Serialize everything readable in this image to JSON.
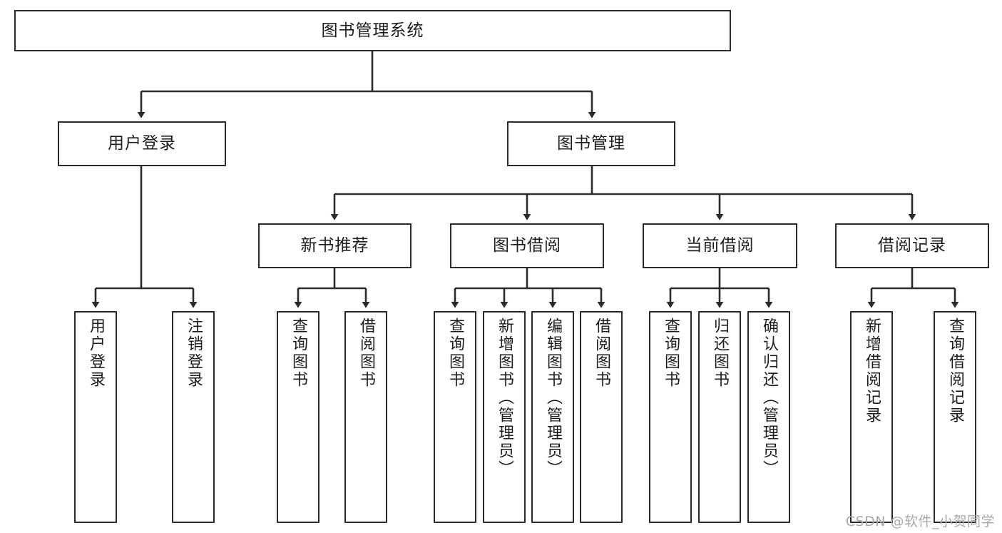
{
  "diagram": {
    "title": "图书管理系统",
    "type": "tree-structure-chart",
    "accent_color": "#2b2b2b",
    "background_color": "#ffffff",
    "root": {
      "label": "图书管理系统"
    },
    "level2": [
      {
        "label": "用户登录"
      },
      {
        "label": "图书管理"
      }
    ],
    "level3": [
      {
        "label": "新书推荐"
      },
      {
        "label": "图书借阅"
      },
      {
        "label": "当前借阅"
      },
      {
        "label": "借阅记录"
      }
    ],
    "leaves": {
      "user_login": [
        {
          "label": "用户登录"
        },
        {
          "label": "注销登录"
        }
      ],
      "new_book": [
        {
          "label": "查询图书"
        },
        {
          "label": "借阅图书"
        }
      ],
      "book_borrow": [
        {
          "label": "查询图书"
        },
        {
          "label": "新增图书（管理员）"
        },
        {
          "label": "编辑图书（管理员）"
        },
        {
          "label": "借阅图书"
        }
      ],
      "current_borrow": [
        {
          "label": "查询图书"
        },
        {
          "label": "归还图书"
        },
        {
          "label": "确认归还（管理员）"
        }
      ],
      "borrow_record": [
        {
          "label": "新增借阅记录"
        },
        {
          "label": "查询借阅记录"
        }
      ]
    }
  },
  "watermark": {
    "text": "CSDN @软件_小贺同学"
  }
}
